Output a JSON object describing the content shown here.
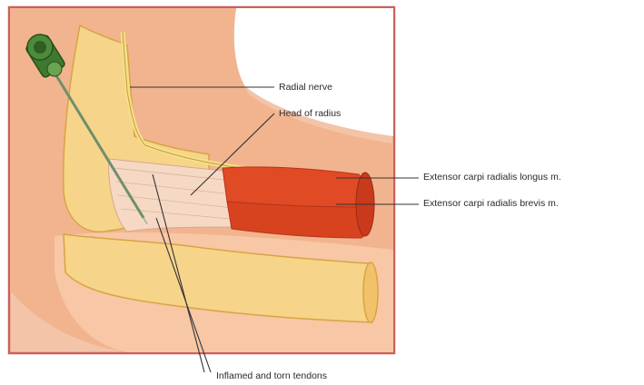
{
  "labels": {
    "radial_nerve": "Radial nerve",
    "head_of_radius": "Head of radius",
    "ecrl": "Extensor carpi radialis longus m.",
    "ecrb": "Extensor carpi radialis brevis m.",
    "tendons": "Inflamed and torn tendons"
  },
  "colors": {
    "frame": "#c9615c",
    "skin": "#f2b48e",
    "skin_light": "#f7cfae",
    "bone": "#f6d48a",
    "bone_outline": "#d9a441",
    "muscle": "#e04a24",
    "muscle_dark": "#b8341a",
    "tendon": "#f5d9c4",
    "needle": "#4e8a3c",
    "leader": "#333333"
  }
}
